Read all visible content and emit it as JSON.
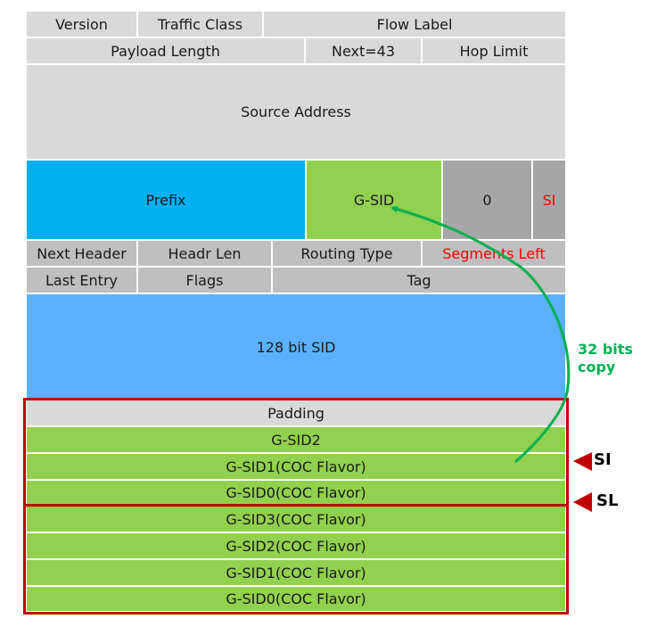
{
  "ipv6_header": {
    "row1": [
      "Version",
      "Traffic Class",
      "Flow Label"
    ],
    "row2": [
      "Payload Length",
      "Next=43",
      "Hop Limit"
    ],
    "source_address": "Source Address"
  },
  "destination_address": {
    "prefix": "Prefix",
    "gsid": "G-SID",
    "zero": "0",
    "si": "SI"
  },
  "srh": {
    "row1": [
      "Next Header",
      "Headr Len",
      "Routing Type",
      "Segments Left"
    ],
    "row2": [
      "Last Entry",
      "Flags",
      "Tag"
    ],
    "sid128": "128 bit SID"
  },
  "container1": {
    "padding": "Padding",
    "items": [
      "G-SID2",
      "G-SID1(COC Flavor)",
      "G-SID0(COC Flavor)"
    ]
  },
  "container2": {
    "items": [
      "G-SID3(COC Flavor)",
      "G-SID2(COC Flavor)",
      "G-SID1(COC Flavor)",
      "G-SID0(COC Flavor)"
    ]
  },
  "annotations": {
    "copy_label_line1": "32 bits",
    "copy_label_line2": "copy",
    "si_pointer": "SI",
    "sl_pointer": "SL"
  },
  "colors": {
    "frame": "#c00000",
    "arrow": "#00b050",
    "highlight_text": "#ff0000"
  }
}
